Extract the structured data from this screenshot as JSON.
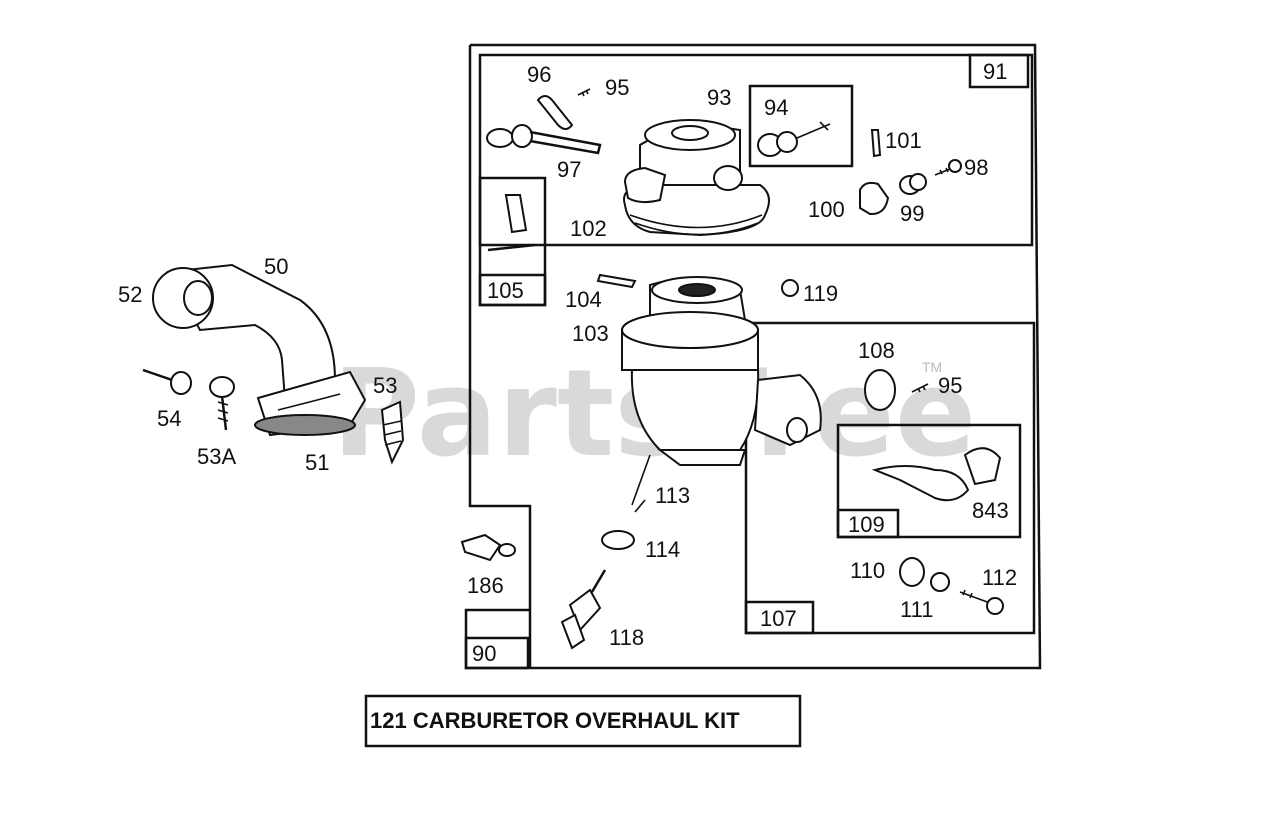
{
  "watermark": "PartsTree",
  "watermark_mark": "TM",
  "kit_label": "121 CARBURETOR OVERHAUL KIT",
  "box_labels": {
    "b91": "91",
    "b105": "105",
    "b107": "107",
    "b109": "109",
    "b90": "90"
  },
  "part_labels": {
    "p50": "50",
    "p52": "52",
    "p53": "53",
    "p54": "54",
    "p53a": "53A",
    "p51": "51",
    "p96": "96",
    "p95a": "95",
    "p93": "93",
    "p94": "94",
    "p101": "101",
    "p98": "98",
    "p97": "97",
    "p100": "100",
    "p99": "99",
    "p102": "102",
    "p104": "104",
    "p103": "103",
    "p119": "119",
    "p108": "108",
    "p95b": "95",
    "p113": "113",
    "p843": "843",
    "p114": "114",
    "p186": "186",
    "p110": "110",
    "p112": "112",
    "p111": "111",
    "p118": "118"
  }
}
